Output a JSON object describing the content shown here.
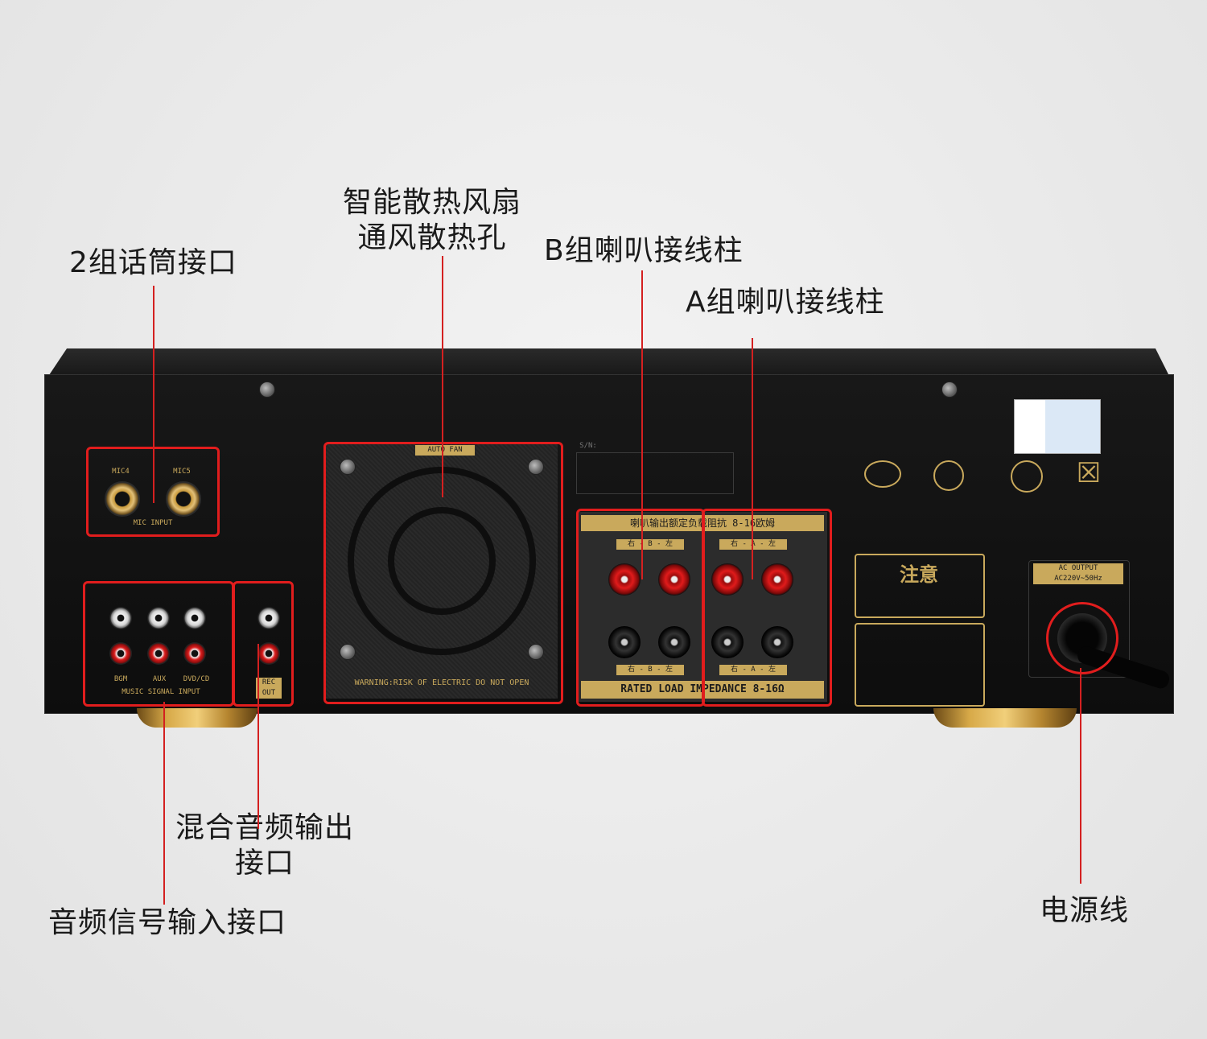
{
  "callouts": {
    "mic": "2组话筒接口",
    "fan_l1": "智能散热风扇",
    "fan_l2": "通风散热孔",
    "spk_b": "B组喇叭接线柱",
    "spk_a": "A组喇叭接线柱",
    "mix_l1": "混合音频输出",
    "mix_l2": "接口",
    "audio_in": "音频信号输入接口",
    "power": "电源线"
  },
  "panel": {
    "mic_input": "MIC INPUT",
    "mic4": "MIC4",
    "mic5": "MIC5",
    "auto_fan": "AUTO FAN",
    "fan_warning": "WARNING:RISK OF ELECTRIC DO NOT OPEN",
    "sn": "S/N:",
    "rated_load": "RATED LOAD IMPEDANCE 8-16Ω",
    "speaker_header": "喇叭输出额定负载阻抗 8-16欧姆",
    "group_b": "右 - B - 左",
    "group_a": "右 - A - 左",
    "input_bgm": "BGM",
    "input_aux": "AUX",
    "input_dvd": "DVD/CD",
    "music_signal_input": "MUSIC SIGNAL INPUT",
    "rec_out": "REC OUT",
    "caution": "注意",
    "ac_output": "AC OUTPUT",
    "ac_spec": "AC220V~50Hz"
  },
  "colors": {
    "highlight": "#e11d1d",
    "label_gold": "#c9a95c",
    "chassis": "#111111"
  }
}
